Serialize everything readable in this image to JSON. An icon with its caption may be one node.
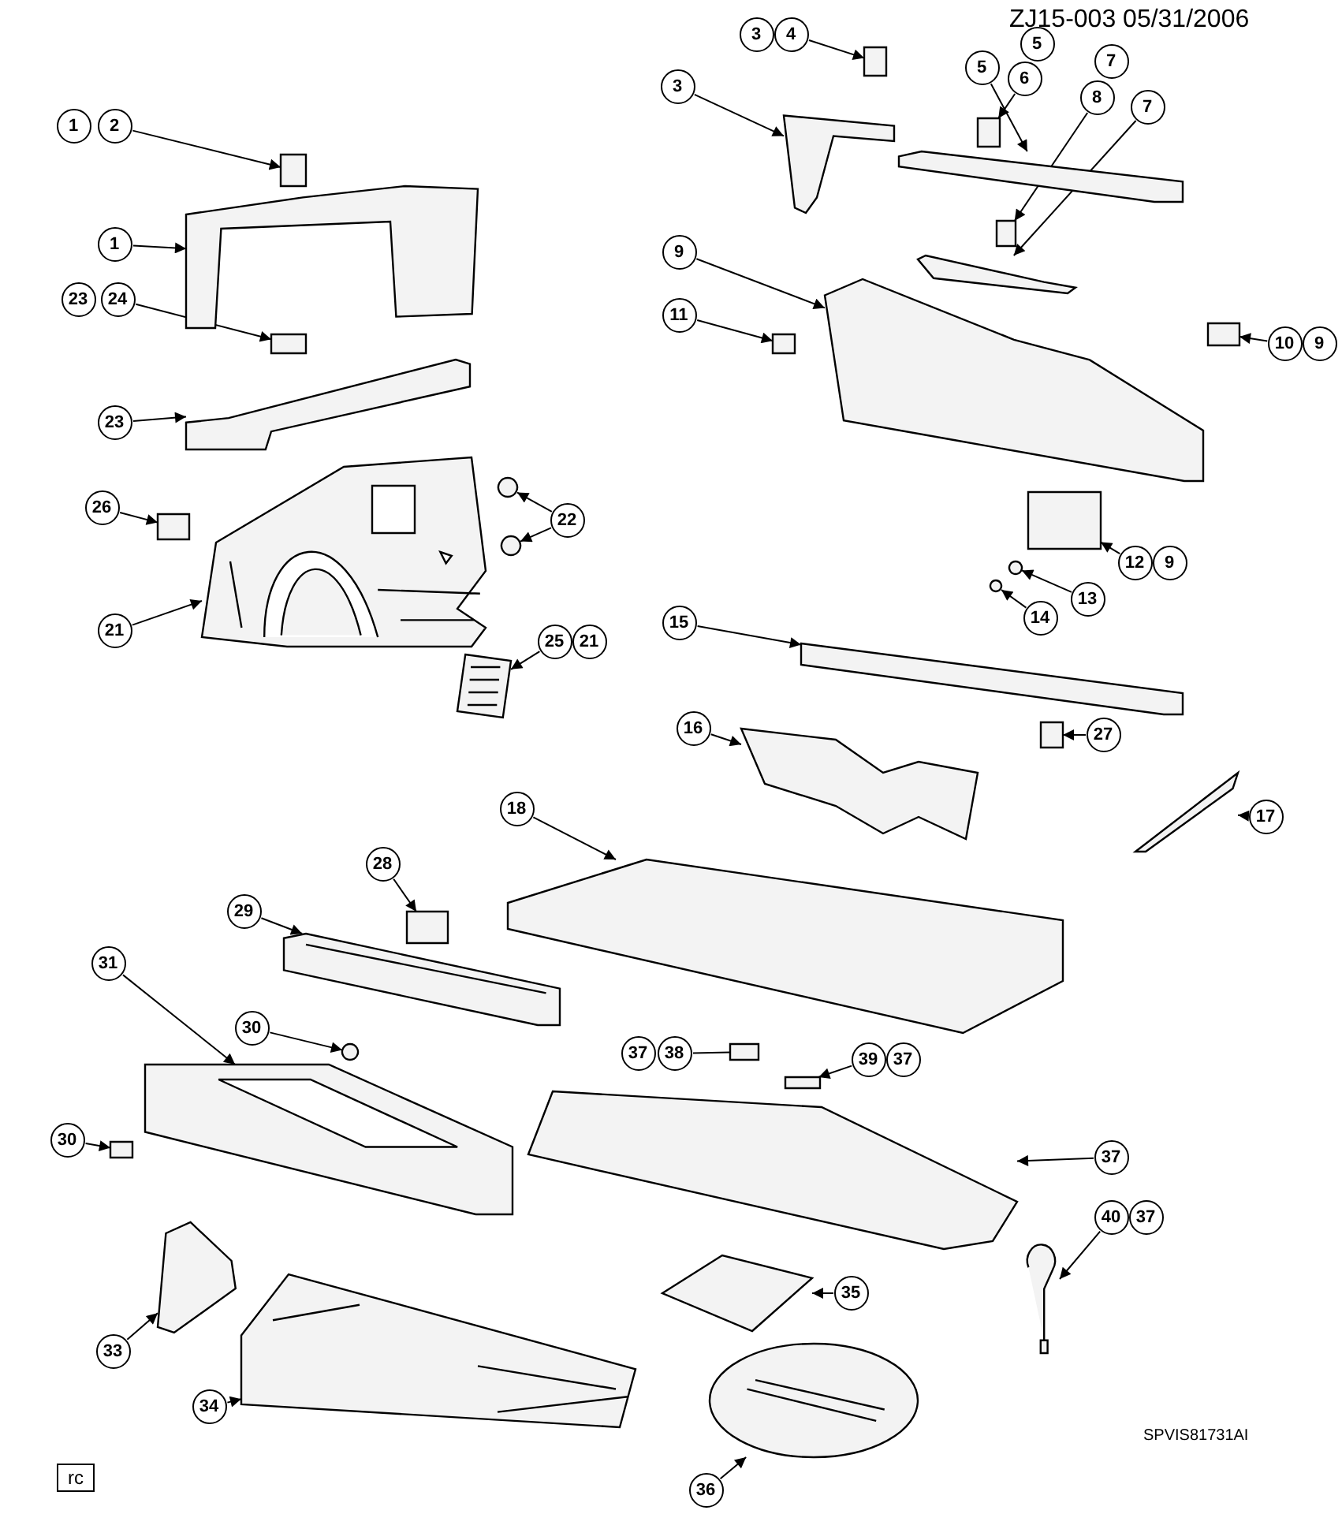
{
  "diagram": {
    "nodes": [
      {
        "text": [
          "1"
        ]
      },
      {
        "text": [
          "2"
        ]
      },
      {
        "text": [
          "3"
        ]
      },
      {
        "text": [
          "4"
        ]
      },
      {
        "text": [
          "5"
        ]
      },
      {
        "text": [
          "3"
        ]
      },
      {
        "text": [
          "5"
        ]
      },
      {
        "text": [
          "6"
        ]
      },
      {
        "text": [
          "7"
        ]
      },
      {
        "text": [
          "8"
        ]
      },
      {
        "text": [
          "7"
        ]
      },
      {
        "text": [
          "1"
        ]
      },
      {
        "text": [
          "9"
        ]
      },
      {
        "text": [
          "23"
        ]
      },
      {
        "text": [
          "24"
        ]
      },
      {
        "text": [
          "11"
        ]
      },
      {
        "text": [
          "10"
        ]
      },
      {
        "text": [
          "9"
        ]
      },
      {
        "text": [
          "23"
        ]
      },
      {
        "text": [
          "26"
        ]
      },
      {
        "text": [
          "22"
        ]
      },
      {
        "text": [
          "12"
        ]
      },
      {
        "text": [
          "9"
        ]
      },
      {
        "text": [
          "13"
        ]
      },
      {
        "text": [
          "15"
        ]
      },
      {
        "text": [
          "14"
        ]
      },
      {
        "text": [
          "21"
        ]
      },
      {
        "text": [
          "25"
        ]
      },
      {
        "text": [
          "21"
        ]
      },
      {
        "text": [
          "16"
        ]
      },
      {
        "text": [
          "27"
        ]
      },
      {
        "text": [
          "17"
        ]
      },
      {
        "text": [
          "18"
        ]
      },
      {
        "text": [
          "28"
        ]
      },
      {
        "text": [
          "29"
        ]
      },
      {
        "text": [
          "31"
        ]
      },
      {
        "text": [
          "30"
        ]
      },
      {
        "text": [
          "37"
        ]
      },
      {
        "text": [
          "38"
        ]
      },
      {
        "text": [
          "39"
        ]
      },
      {
        "text": [
          "37"
        ]
      },
      {
        "text": [
          "30"
        ]
      },
      {
        "text": [
          "37"
        ]
      },
      {
        "text": [
          "40"
        ]
      },
      {
        "text": [
          "37"
        ]
      },
      {
        "text": [
          "35"
        ]
      },
      {
        "text": [
          "33"
        ]
      },
      {
        "text": [
          "34"
        ]
      },
      {
        "text": [
          "36"
        ]
      },
      {
        "text": [],
        "shape": "box"
      },
      {
        "text": [],
        "shape": "picture"
      },
      {
        "text": [],
        "shape": "box"
      },
      {
        "text": [],
        "shape": "picture"
      },
      {
        "text": [],
        "shape": "box"
      },
      {
        "text": [],
        "shape": "picture"
      },
      {
        "text": [],
        "shape": "box"
      },
      {
        "text": [],
        "shape": "picture"
      },
      {
        "text": [],
        "shape": "picture"
      },
      {
        "text": [],
        "shape": "box"
      },
      {
        "text": [],
        "shape": "box"
      },
      {
        "text": [],
        "shape": "box"
      },
      {
        "text": [],
        "shape": "picture"
      },
      {
        "text": [],
        "shape": "box"
      },
      {
        "text": [],
        "shape": "circle"
      },
      {
        "text": [],
        "shape": "circle"
      },
      {
        "text": [],
        "shape": "box"
      },
      {
        "text": [],
        "shape": "circle"
      },
      {
        "text": [],
        "shape": "picture"
      },
      {
        "text": [],
        "shape": "circle"
      },
      {
        "text": [],
        "shape": "picture"
      },
      {
        "text": [],
        "shape": "picture"
      },
      {
        "text": [],
        "shape": "picture"
      },
      {
        "text": [],
        "shape": "box"
      },
      {
        "text": [],
        "shape": "picture"
      },
      {
        "text": [],
        "shape": "picture"
      },
      {
        "text": [],
        "shape": "box"
      },
      {
        "text": [],
        "shape": "picture"
      },
      {
        "text": [],
        "shape": "picture"
      },
      {
        "text": [],
        "shape": "circle"
      },
      {
        "text": [],
        "shape": "box"
      },
      {
        "text": [],
        "shape": "box"
      },
      {
        "text": [],
        "shape": "box"
      },
      {
        "text": [],
        "shape": "picture"
      },
      {
        "text": [],
        "shape": "picture"
      },
      {
        "text": [],
        "shape": "picture"
      },
      {
        "text": [],
        "shape": "picture"
      },
      {
        "text": [],
        "shape": "picture"
      },
      {
        "text": [],
        "shape": "picture"
      }
    ],
    "edges": [
      {
        "from": 1,
        "to": 49,
        "arrow": "to"
      },
      {
        "from": 11,
        "to": 50,
        "arrow": "to"
      },
      {
        "from": 3,
        "to": 51,
        "arrow": "to"
      },
      {
        "from": 5,
        "to": 52,
        "arrow": "to"
      },
      {
        "from": 7,
        "to": 53,
        "arrow": "to"
      },
      {
        "from": 6,
        "to": 54,
        "arrow": "to"
      },
      {
        "from": 9,
        "to": 55,
        "arrow": "to"
      },
      {
        "from": 10,
        "to": 56,
        "arrow": "to"
      },
      {
        "from": 12,
        "to": 57,
        "arrow": "to"
      },
      {
        "from": 14,
        "to": 58,
        "arrow": "to"
      },
      {
        "from": 15,
        "to": 59,
        "arrow": "to"
      },
      {
        "from": 16,
        "to": 60,
        "arrow": "to"
      },
      {
        "from": 18,
        "to": 61,
        "arrow": "to"
      },
      {
        "from": 19,
        "to": 62,
        "arrow": "to"
      },
      {
        "from": 20,
        "to": 63,
        "arrow": "to"
      },
      {
        "from": 20,
        "to": 64,
        "arrow": "to"
      },
      {
        "from": 21,
        "to": 65,
        "arrow": "to"
      },
      {
        "from": 23,
        "to": 66,
        "arrow": "to"
      },
      {
        "from": 24,
        "to": 67,
        "arrow": "to"
      },
      {
        "from": 25,
        "to": 68,
        "arrow": "to"
      },
      {
        "from": 26,
        "to": 69,
        "arrow": "to"
      },
      {
        "from": 27,
        "to": 70,
        "arrow": "to"
      },
      {
        "from": 29,
        "to": 71,
        "arrow": "to"
      },
      {
        "from": 30,
        "to": 72,
        "arrow": "to"
      },
      {
        "from": 31,
        "to": 73,
        "arrow": "to"
      },
      {
        "from": 32,
        "to": 74,
        "arrow": "to"
      },
      {
        "from": 33,
        "to": 75,
        "arrow": "to"
      },
      {
        "from": 34,
        "to": 76,
        "arrow": "to"
      },
      {
        "from": 35,
        "to": 77,
        "arrow": "to"
      },
      {
        "from": 36,
        "to": 78,
        "arrow": "to"
      },
      {
        "from": 38,
        "to": 79,
        "arrow": "none"
      },
      {
        "from": 39,
        "to": 80,
        "arrow": "to"
      },
      {
        "from": 41,
        "to": 81,
        "arrow": "to"
      },
      {
        "from": 42,
        "to": 82,
        "arrow": "to"
      },
      {
        "from": 43,
        "to": 83,
        "arrow": "to"
      },
      {
        "from": 45,
        "to": 84,
        "arrow": "to"
      },
      {
        "from": 46,
        "to": 85,
        "arrow": "to"
      },
      {
        "from": 47,
        "to": 86,
        "arrow": "to"
      },
      {
        "from": 48,
        "to": 87,
        "arrow": "to"
      }
    ],
    "labels": [
      "ZJ15-003 05/31/2006",
      "SPVIS81731AI",
      "rc"
    ]
  }
}
